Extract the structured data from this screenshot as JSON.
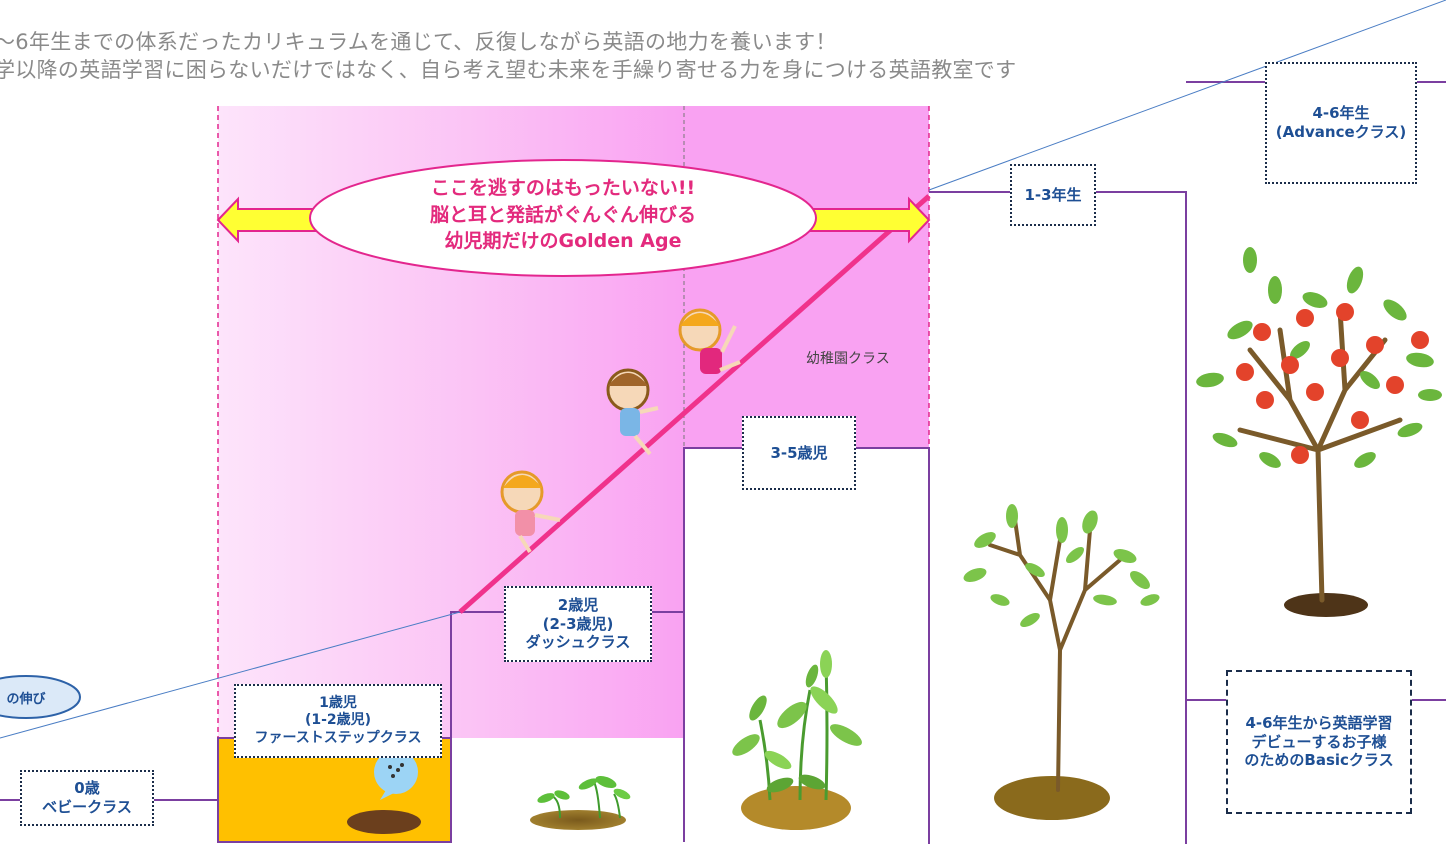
{
  "intro": {
    "line1": "〜6年生までの体系だったカリキュラムを通じて、反復しながら英語の地力を養います！",
    "line2": "学以降の英語学習に困らないだけではなく、自ら考え望む未来を手繰り寄せる力を身につける英語教室です"
  },
  "banner": {
    "line1": "ここを逃すのはもったいない!!",
    "line2": "脳と耳と発話がぐんぐん伸びる",
    "line3": "幼児期だけのGolden Age"
  },
  "growth_pill": "の伸び",
  "kindergarten_label": "幼稚園クラス",
  "stages": {
    "age0": {
      "line1": "0歳",
      "line2": "ベビークラス"
    },
    "age1": {
      "line1": "1歳児",
      "line2": "(1-2歳児)",
      "line3": "ファーストステップクラス"
    },
    "age2": {
      "line1": "2歳児",
      "line2": "(2-3歳児)",
      "line3": "ダッシュクラス"
    },
    "age3": {
      "line1": "3-5歳児"
    },
    "grade1": {
      "line1": "1-3年生"
    },
    "grade4": {
      "line1": "4-6年生",
      "line2": "(Advanceクラス)"
    },
    "basic": {
      "line1": "4-6年生から英語学習",
      "line2": "デビューするお子様",
      "line3": "のためのBasicクラス"
    }
  },
  "colors": {
    "golden_age_pink": "#f9a2f2",
    "golden_age_pink_light": "#fde4fb",
    "growth_line": "#f0328c",
    "stage_border": "#7b3fa0",
    "arrow_fill": "#ffff33",
    "baby_step_fill": "#ffc000",
    "label_blue": "#1e4f94"
  },
  "icons": [
    "seed-bubble-icon",
    "sprout-icon",
    "seedling-icon",
    "young-tree-icon",
    "apple-tree-icon",
    "child-climber-icon"
  ]
}
